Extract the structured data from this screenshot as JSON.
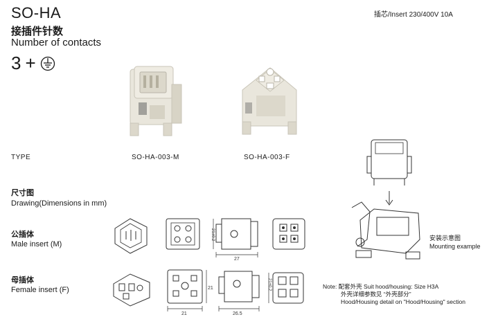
{
  "header": {
    "title": "SO-HA",
    "title_cn": "接插件针数",
    "title_en": "Number of contacts",
    "contacts": "3",
    "plus": "+",
    "insert_spec": "插芯/Insert   230/400V  10A"
  },
  "type_row": {
    "label": "TYPE",
    "male_pn": "SO-HA-003-M",
    "female_pn": "SO-HA-003-F"
  },
  "drawing": {
    "label_cn": "尺寸图",
    "label_en": "Drawing(Dimensions in mm)"
  },
  "male": {
    "label_cn": "公插体",
    "label_en": "Male insert (M)",
    "dim_width": "27",
    "dim_height": "21±0.2"
  },
  "female": {
    "label_cn": "母插体",
    "label_en": "Female insert (F)",
    "dim_width_a": "21",
    "dim_width_b": "26.5",
    "dim_height": "21",
    "dim_height_b": "21±0.2"
  },
  "mounting": {
    "label_cn": "安装示意图",
    "label_en": "Mounting example"
  },
  "note": {
    "line1": "Note: 配套外壳 Suit hood/housing: Size H3A",
    "line2": "外壳详细参数见 “外壳部分”",
    "line3": "Hood/Housing detail on \"Hood/Housing\" section"
  },
  "icons": [
    "ground-icon",
    "arrow-down-icon"
  ],
  "colors": {
    "text": "#1a1a1a",
    "insert_body": "#e9e6dc",
    "insert_shadow": "#c9c5b8",
    "line": "#333333"
  }
}
